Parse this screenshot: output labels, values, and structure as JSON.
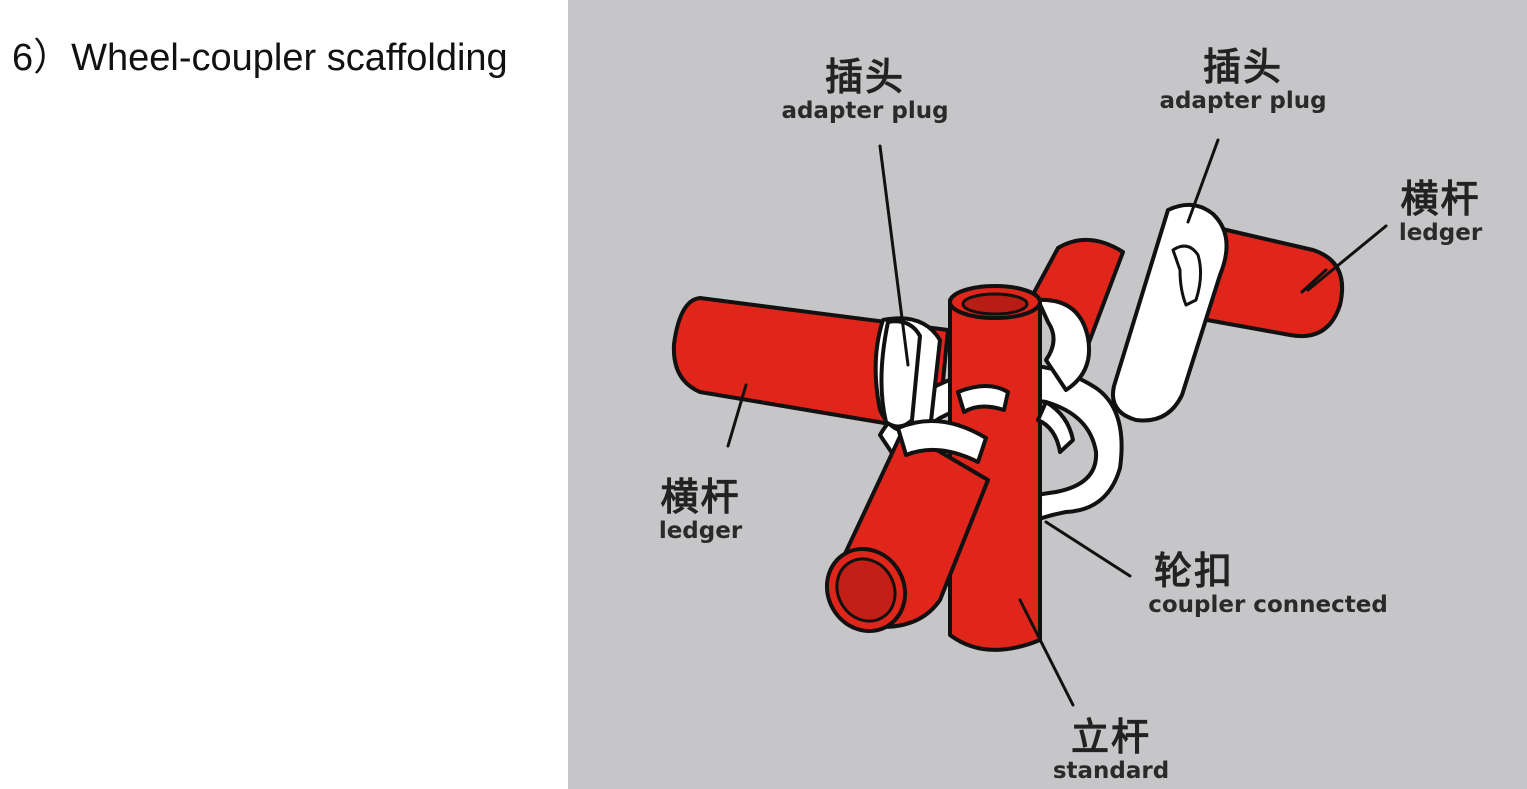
{
  "heading": "6）Wheel-coupler scaffolding",
  "diagram": {
    "colors": {
      "background": "#c6c6c8",
      "tube": "#e0251b",
      "tube_dark": "#b71d14",
      "coupler": "#ffffff",
      "outline": "#111111"
    },
    "labels": {
      "adapter_plug_left": {
        "zh": "插头",
        "en": "adapter plug"
      },
      "adapter_plug_right": {
        "zh": "插头",
        "en": "adapter plug"
      },
      "ledger_right": {
        "zh": "横杆",
        "en": "ledger"
      },
      "ledger_left": {
        "zh": "横杆",
        "en": "ledger"
      },
      "coupler": {
        "zh": "轮扣",
        "en": "coupler connected"
      },
      "standard": {
        "zh": "立杆",
        "en": "standard"
      }
    }
  }
}
